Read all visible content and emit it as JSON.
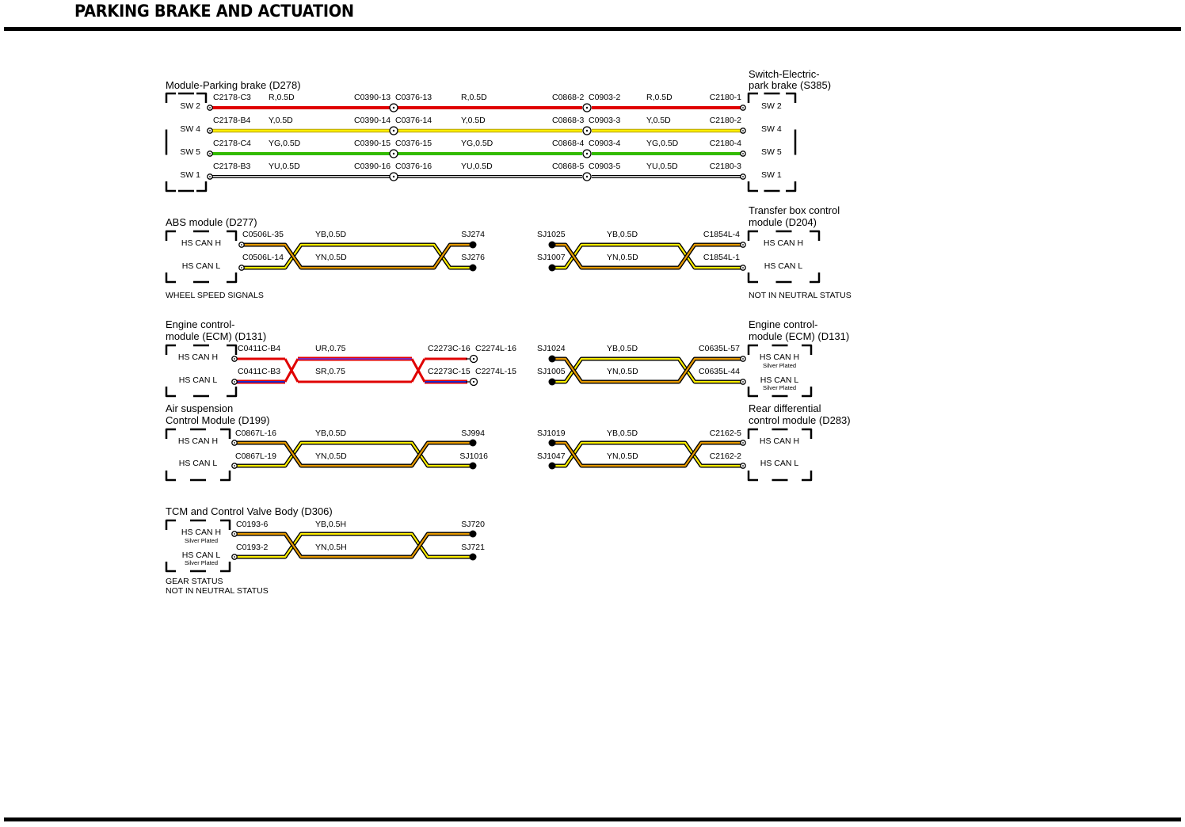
{
  "page": {
    "title": "PARKING BRAKE AND ACTUATION"
  },
  "colors": {
    "red": "#e00000",
    "yellow": "#ffee00",
    "green": "#33bb00",
    "orange": "#e69a00",
    "blue": "#1a2bcc",
    "purple": "#7a2bbf",
    "black": "#000000"
  },
  "park": {
    "left_module": "Module-Parking brake (D278)",
    "right_module": [
      "Switch-Electric-",
      "park brake (S385)"
    ],
    "wires": [
      {
        "pin": "SW 2",
        "c1": "C2178-C3",
        "w1": "R,0.5D",
        "c2": "C0390-13",
        "c3": "C0376-13",
        "w2": "R,0.5D",
        "c4": "C0868-2",
        "c5": "C0903-2",
        "w3": "R,0.5D",
        "c6": "C2180-1",
        "rpin": "SW 2",
        "color": "red"
      },
      {
        "pin": "SW 4",
        "c1": "C2178-B4",
        "w1": "Y,0.5D",
        "c2": "C0390-14",
        "c3": "C0376-14",
        "w2": "Y,0.5D",
        "c4": "C0868-3",
        "c5": "C0903-3",
        "w3": "Y,0.5D",
        "c6": "C2180-2",
        "rpin": "SW 4",
        "color": "yellow"
      },
      {
        "pin": "SW 5",
        "c1": "C2178-C4",
        "w1": "YG,0.5D",
        "c2": "C0390-15",
        "c3": "C0376-15",
        "w2": "YG,0.5D",
        "c4": "C0868-4",
        "c5": "C0903-4",
        "w3": "YG,0.5D",
        "c6": "C2180-4",
        "rpin": "SW 5",
        "color": "green"
      },
      {
        "pin": "SW 1",
        "c1": "C2178-B3",
        "w1": "YU,0.5D",
        "c2": "C0390-16",
        "c3": "C0376-16",
        "w2": "YU,0.5D",
        "c4": "C0868-5",
        "c5": "C0903-5",
        "w3": "YU,0.5D",
        "c6": "C2180-3",
        "rpin": "SW 1",
        "color": "white"
      }
    ]
  },
  "abs": {
    "title": "ABS module (D277)",
    "pin_h": "HS CAN H",
    "pin_l": "HS CAN L",
    "c_h": "C0506L-35",
    "c_l": "C0506L-14",
    "w_h": "YB,0.5D",
    "w_l": "YN,0.5D",
    "sj_h": "SJ274",
    "sj_l": "SJ276",
    "note": "WHEEL SPEED SIGNALS"
  },
  "tbox": {
    "title": [
      "Transfer box control",
      "module (D204)"
    ],
    "pin_h": "HS CAN H",
    "pin_l": "HS CAN L",
    "sj_h": "SJ1025",
    "sj_l": "SJ1007",
    "w_h": "YB,0.5D",
    "w_l": "YN,0.5D",
    "c_h": "C1854L-4",
    "c_l": "C1854L-1",
    "note": "NOT IN NEUTRAL STATUS"
  },
  "ecm_left": {
    "title": [
      "Engine control-",
      "module (ECM) (D131)"
    ],
    "pin_h": "HS CAN H",
    "pin_l": "HS CAN L",
    "c_h": "C0411C-B4",
    "c_l": "C0411C-B3",
    "w_h": "UR,0.75",
    "w_l": "SR,0.75",
    "c2_h": "C2273C-16",
    "c3_h": "C2274L-16",
    "c2_l": "C2273C-15",
    "c3_l": "C2274L-15"
  },
  "ecm_right": {
    "title": [
      "Engine control-",
      "module (ECM) (D131)"
    ],
    "pin_h": "HS CAN H",
    "pin_l": "HS CAN L",
    "sub_h": "Silver Plated",
    "sub_l": "Silver Plated",
    "sj_h": "SJ1024",
    "sj_l": "SJ1005",
    "w_h": "YB,0.5D",
    "w_l": "YN,0.5D",
    "c_h": "C0635L-57",
    "c_l": "C0635L-44"
  },
  "air": {
    "title": [
      "Air suspension",
      "Control Module (D199)"
    ],
    "pin_h": "HS CAN H",
    "pin_l": "HS CAN L",
    "c_h": "C0867L-16",
    "c_l": "C0867L-19",
    "w_h": "YB,0.5D",
    "w_l": "YN,0.5D",
    "sj_h": "SJ994",
    "sj_l": "SJ1016"
  },
  "rear": {
    "title": [
      "Rear differential",
      "control module (D283)"
    ],
    "pin_h": "HS CAN H",
    "pin_l": "HS CAN L",
    "sj_h": "SJ1019",
    "sj_l": "SJ1047",
    "w_h": "YB,0.5D",
    "w_l": "YN,0.5D",
    "c_h": "C2162-5",
    "c_l": "C2162-2"
  },
  "tcm": {
    "title": "TCM and Control Valve Body (D306)",
    "pin_h": "HS CAN H",
    "pin_l": "HS CAN L",
    "sub_h": "Silver Plated",
    "sub_l": "Silver Plated",
    "c_h": "C0193-6",
    "c_l": "C0193-2",
    "w_h": "YB,0.5H",
    "w_l": "YN,0.5H",
    "sj_h": "SJ720",
    "sj_l": "SJ721",
    "note1": "GEAR STATUS",
    "note2": "NOT IN NEUTRAL STATUS"
  }
}
